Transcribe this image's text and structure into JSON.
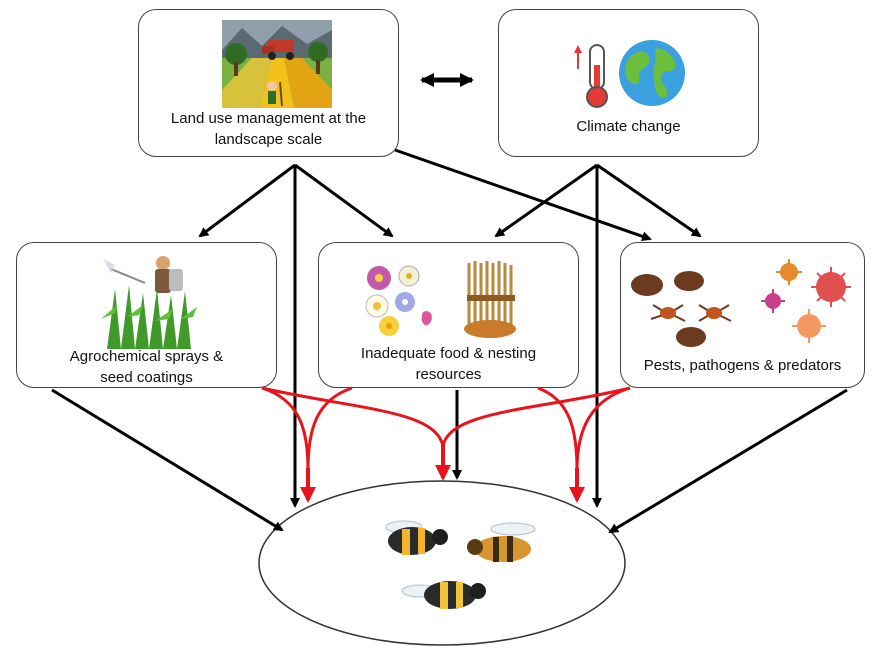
{
  "nodes": {
    "land_use": {
      "label_line1": "Land use management at the",
      "label_line2": "landscape scale"
    },
    "climate": {
      "label": "Climate change"
    },
    "agrochemical": {
      "label_line1": "Agrochemical sprays &",
      "label_line2": "seed coatings"
    },
    "food": {
      "label_line1": "Inadequate food & nesting",
      "label_line2": "resources"
    },
    "pests": {
      "label": "Pests, pathogens & predators"
    }
  },
  "colors": {
    "black_arrow": "#000000",
    "red_arrow": "#e8131b",
    "box_border": "#444444"
  },
  "icons": [
    "farm-landscape-icon",
    "thermometer-icon",
    "earth-globe-icon",
    "sprayer-farmer-icon",
    "flowers-icon",
    "nesting-reeds-icon",
    "mite-icon",
    "virus-icon",
    "bee-icon"
  ]
}
